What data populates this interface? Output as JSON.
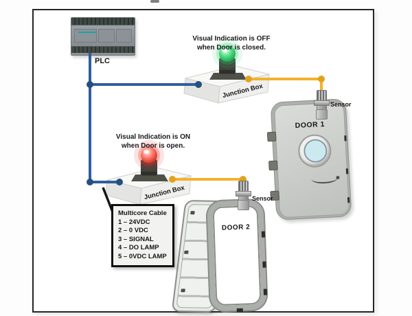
{
  "plc": {
    "label": "PLC"
  },
  "junction_boxes": [
    {
      "label": "Junction Box",
      "annotation": [
        "Visual Indication is OFF",
        "when Door is closed."
      ],
      "lamp": "green"
    },
    {
      "label": "Junction Box",
      "annotation": [
        "Visual Indication is ON",
        "when Door is open."
      ],
      "lamp": "red"
    }
  ],
  "doors": [
    {
      "label": "DOOR 1",
      "sensor_label": "Sensor"
    },
    {
      "label": "DOOR 2",
      "sensor_label": "Sensor"
    }
  ],
  "legend": {
    "title": "Multicore Cable",
    "items": [
      "1 – 24VDC",
      "2 – 0 VDC",
      "3 – SIGNAL",
      "4 – DO LAMP",
      "5 – 0VDC LAMP"
    ]
  },
  "colors": {
    "plc_cable_blue": "#2e5e9e",
    "cable_node_blue": "#24507f",
    "sensor_cable_yellow": "#f1b32b",
    "cable_node_yellow": "#e2a31c",
    "lamp_green": "#2ecc71",
    "lamp_red": "#e0392b"
  }
}
